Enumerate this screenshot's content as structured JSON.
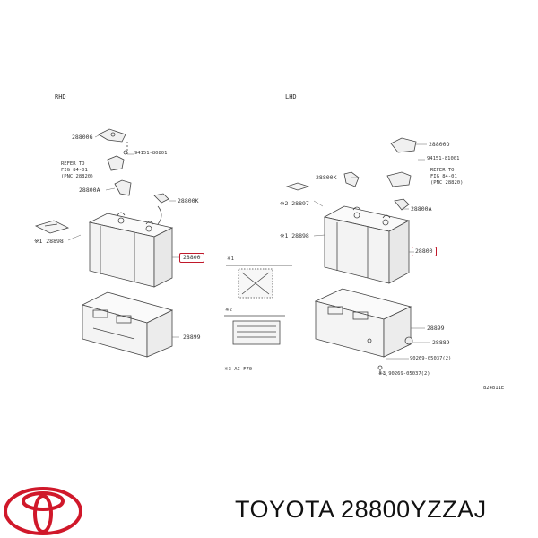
{
  "diagram": {
    "rhd_label": "RHD",
    "lhd_label": "LHD",
    "rhd": {
      "p28800G": "28800G",
      "p94151_80801": "94151-80801",
      "refer_to": "REFER TO",
      "fig_ref": "FIG 84-01",
      "pnc_ref": "(PNC 28820)",
      "p28800A": "28800A",
      "p28800K": "28800K",
      "p1_28898": "※1 28898",
      "p28800_highlight": "28800",
      "p28899": "28899"
    },
    "lhd": {
      "p28800D": "28800D",
      "p94151_81001": "94151-81001",
      "refer_to": "REFER TO",
      "fig_ref": "FIG 84-01",
      "pnc_ref": "(PNC 28820)",
      "p28800K": "28800K",
      "p2_28897": "※2 28897",
      "p28800A": "28800A",
      "p1_28898": "※1 28898",
      "p28800_highlight": "28800",
      "p28899": "28899",
      "p28889": "28889",
      "p90269_05037": "90269-05037(2)",
      "p90269_05037_b": "※3 90269-05037(2)"
    },
    "note1": "※1",
    "note2": "※2",
    "note3": "※3 AI F70",
    "fig_code": "824811E"
  },
  "brand": {
    "name": "TOYOTA",
    "part_number": "28800YZZAJ",
    "logo_color": "#d0182a",
    "highlight_color": "#c0182a"
  }
}
